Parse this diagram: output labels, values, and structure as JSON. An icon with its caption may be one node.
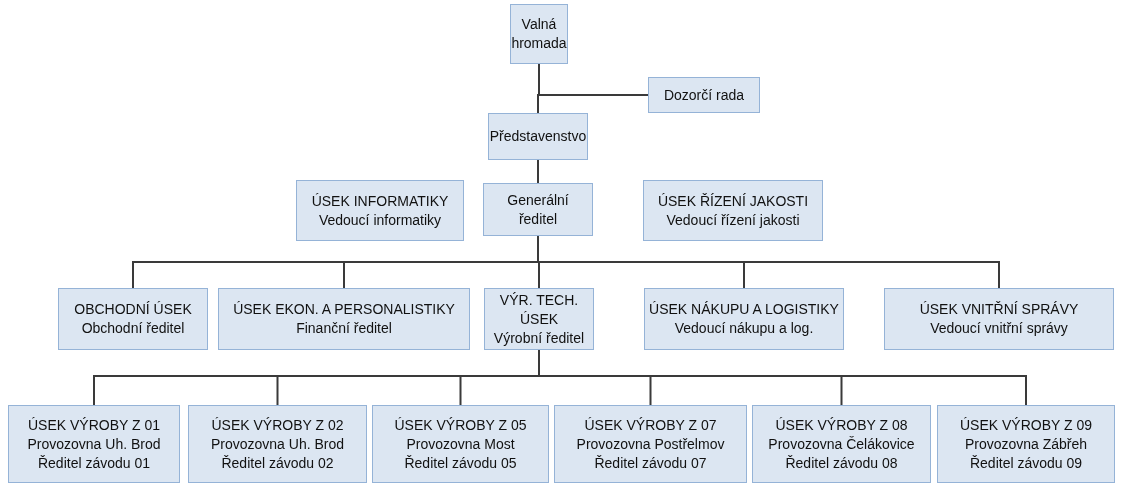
{
  "diagram": {
    "nodes": [
      {
        "text": [
          "Valná hromada"
        ]
      },
      {
        "text": [
          "Dozorčí rada"
        ]
      },
      {
        "text": [
          "Představenstvo"
        ]
      },
      {
        "text": [
          "ÚSEK INFORMATIKY",
          "Vedoucí informatiky"
        ]
      },
      {
        "text": [
          "Generální ředitel"
        ]
      },
      {
        "text": [
          "ÚSEK ŘÍZENÍ JAKOSTI",
          "Vedoucí řízení jakosti"
        ]
      },
      {
        "text": [
          "OBCHODNÍ ÚSEK",
          "Obchodní ředitel"
        ]
      },
      {
        "text": [
          "ÚSEK EKON. A PERSONALISTIKY",
          "Finanční ředitel"
        ]
      },
      {
        "text": [
          "VÝR. TECH. ÚSEK",
          "Výrobní ředitel"
        ]
      },
      {
        "text": [
          "ÚSEK NÁKUPU A LOGISTIKY",
          "Vedoucí nákupu a log."
        ]
      },
      {
        "text": [
          "ÚSEK VNITŘNÍ SPRÁVY",
          "Vedoucí vnitřní správy"
        ]
      },
      {
        "text": [
          "ÚSEK VÝROBY Z 01",
          "Provozovna Uh. Brod",
          "Ředitel závodu 01"
        ]
      },
      {
        "text": [
          "ÚSEK VÝROBY Z 02",
          "Provozovna Uh. Brod",
          "Ředitel závodu 02"
        ]
      },
      {
        "text": [
          "ÚSEK VÝROBY Z 05",
          "Provozovna Most",
          "Ředitel závodu 05"
        ]
      },
      {
        "text": [
          "ÚSEK VÝROBY Z 07",
          "Provozovna Postřelmov",
          "Ředitel závodu 07"
        ]
      },
      {
        "text": [
          "ÚSEK VÝROBY Z 08",
          "Provozovna Čelákovice",
          "Ředitel závodu 08"
        ]
      },
      {
        "text": [
          "ÚSEK VÝROBY Z 09",
          "Provozovna Zábřeh",
          "Ředitel závodu 09"
        ]
      }
    ],
    "edges": [
      {
        "from": 0,
        "to": 2,
        "arrow": "none"
      },
      {
        "from": 0,
        "to": 1,
        "arrow": "none"
      },
      {
        "from": 2,
        "to": 4,
        "arrow": "none"
      },
      {
        "from": 4,
        "to": 6,
        "arrow": "none"
      },
      {
        "from": 4,
        "to": 7,
        "arrow": "none"
      },
      {
        "from": 4,
        "to": 8,
        "arrow": "none"
      },
      {
        "from": 4,
        "to": 9,
        "arrow": "none"
      },
      {
        "from": 4,
        "to": 10,
        "arrow": "none"
      },
      {
        "from": 8,
        "to": 11,
        "arrow": "none"
      },
      {
        "from": 8,
        "to": 12,
        "arrow": "none"
      },
      {
        "from": 8,
        "to": 13,
        "arrow": "none"
      },
      {
        "from": 8,
        "to": 14,
        "arrow": "none"
      },
      {
        "from": 8,
        "to": 15,
        "arrow": "none"
      },
      {
        "from": 8,
        "to": 16,
        "arrow": "none"
      }
    ]
  }
}
